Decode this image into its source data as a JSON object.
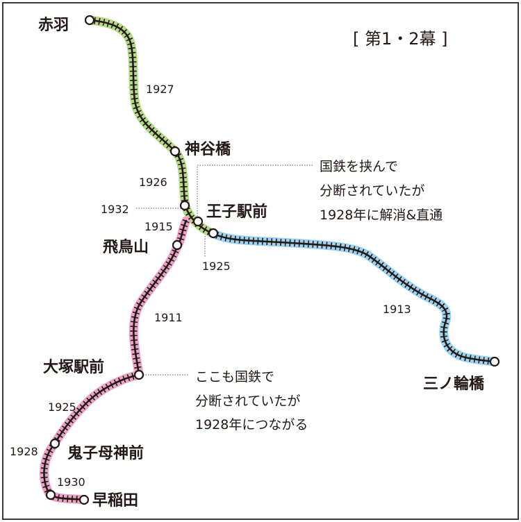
{
  "title": "[ 第1・2幕 ]",
  "colors": {
    "green_line": "#b5db8a",
    "blue_line": "#9dd3ef",
    "pink_line": "#e9a3c6",
    "track": "#231815",
    "border": "#3a3a3a"
  },
  "stations": {
    "akabane": "赤羽",
    "kamiyabashi": "神谷橋",
    "oji_ekimae": "王子駅前",
    "asukayama": "飛鳥山",
    "minowabashi": "三ノ輪橋",
    "otsuka_ekimae": "大塚駅前",
    "kishibojimmae": "鬼子母神前",
    "waseda": "早稲田"
  },
  "years": {
    "akabane_kamiyabashi": "1927",
    "kamiyabashi_oji": "1926",
    "oji_junction": "1932",
    "asukayama_segment": "1915",
    "oji_minowabashi_start": "1925",
    "minowabashi_segment": "1913",
    "asukayama_otsuka": "1911",
    "otsuka_kishibojin": "1925",
    "kishibojin": "1928",
    "waseda_segment": "1930"
  },
  "notes": {
    "oji": [
      "国鉄を挟んで",
      "分断されていたが",
      "1928年に解消&直通"
    ],
    "otsuka": [
      "ここも国鉄で",
      "分断されていたが",
      "1928年につながる"
    ]
  },
  "legend_lines": [
    {
      "name": "green-segment",
      "color": "#b5db8a"
    },
    {
      "name": "blue-segment",
      "color": "#9dd3ef"
    },
    {
      "name": "pink-segment",
      "color": "#e9a3c6"
    }
  ]
}
